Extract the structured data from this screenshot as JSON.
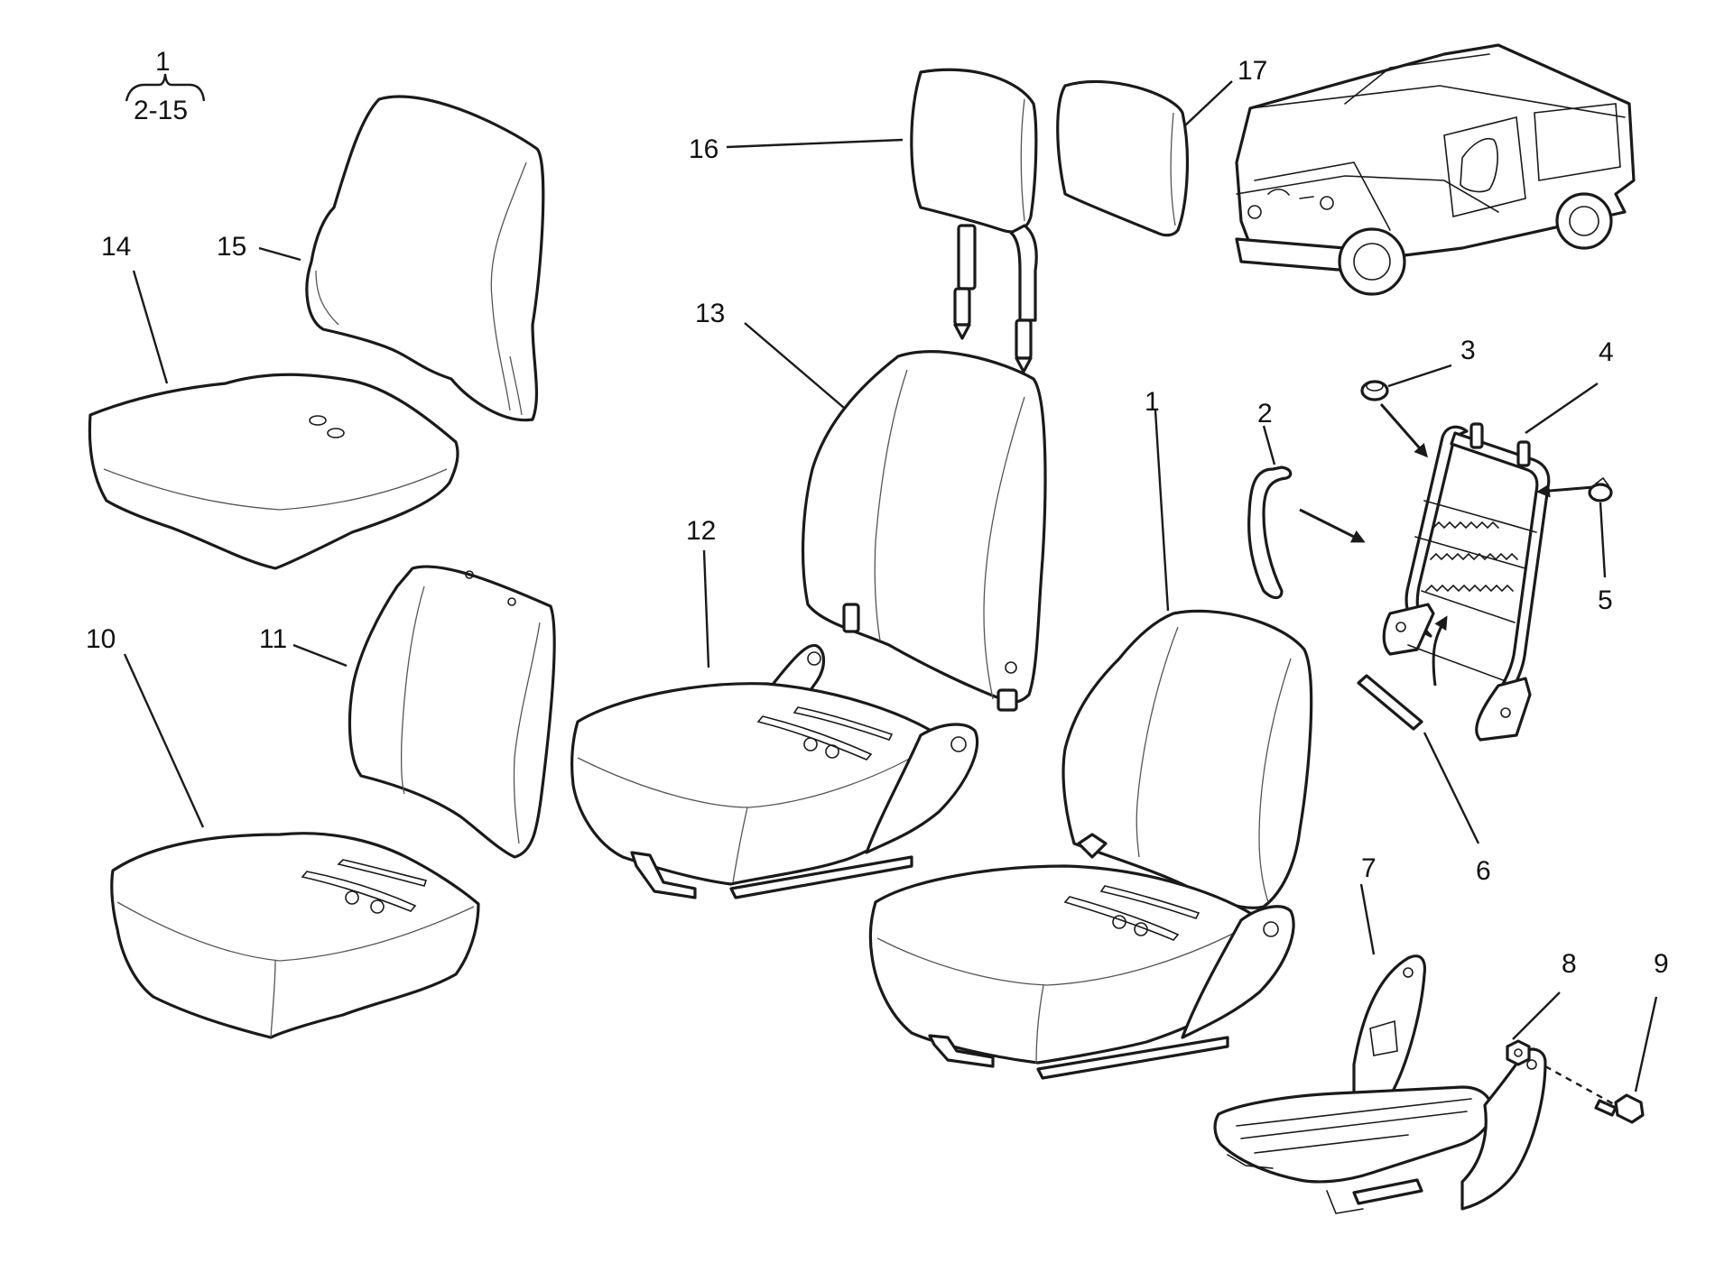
{
  "labels": {
    "assembly_number": "1",
    "assembly_range": "2-15",
    "l1": "1",
    "l2": "2",
    "l3": "3",
    "l4": "4",
    "l5": "5",
    "l6": "6",
    "l7": "7",
    "l8": "8",
    "l9": "9",
    "l10": "10",
    "l11": "11",
    "l12": "12",
    "l13": "13",
    "l14": "14",
    "l15": "15",
    "l16": "16",
    "l17": "17"
  },
  "parts": [
    {
      "number": "1",
      "name": "seat-assembly"
    },
    {
      "number": "2",
      "name": "backrest-trim-strip"
    },
    {
      "number": "3",
      "name": "clip"
    },
    {
      "number": "4",
      "name": "backrest-frame"
    },
    {
      "number": "5",
      "name": "clip"
    },
    {
      "number": "6",
      "name": "rod"
    },
    {
      "number": "7",
      "name": "seat-frame"
    },
    {
      "number": "8",
      "name": "nut"
    },
    {
      "number": "9",
      "name": "bolt"
    },
    {
      "number": "10",
      "name": "seat-cushion"
    },
    {
      "number": "11",
      "name": "backrest-cushion"
    },
    {
      "number": "12",
      "name": "seat-base"
    },
    {
      "number": "13",
      "name": "backrest"
    },
    {
      "number": "14",
      "name": "seat-cover"
    },
    {
      "number": "15",
      "name": "backrest-cover"
    },
    {
      "number": "16",
      "name": "headrest"
    },
    {
      "number": "17",
      "name": "headrest-cover"
    }
  ]
}
